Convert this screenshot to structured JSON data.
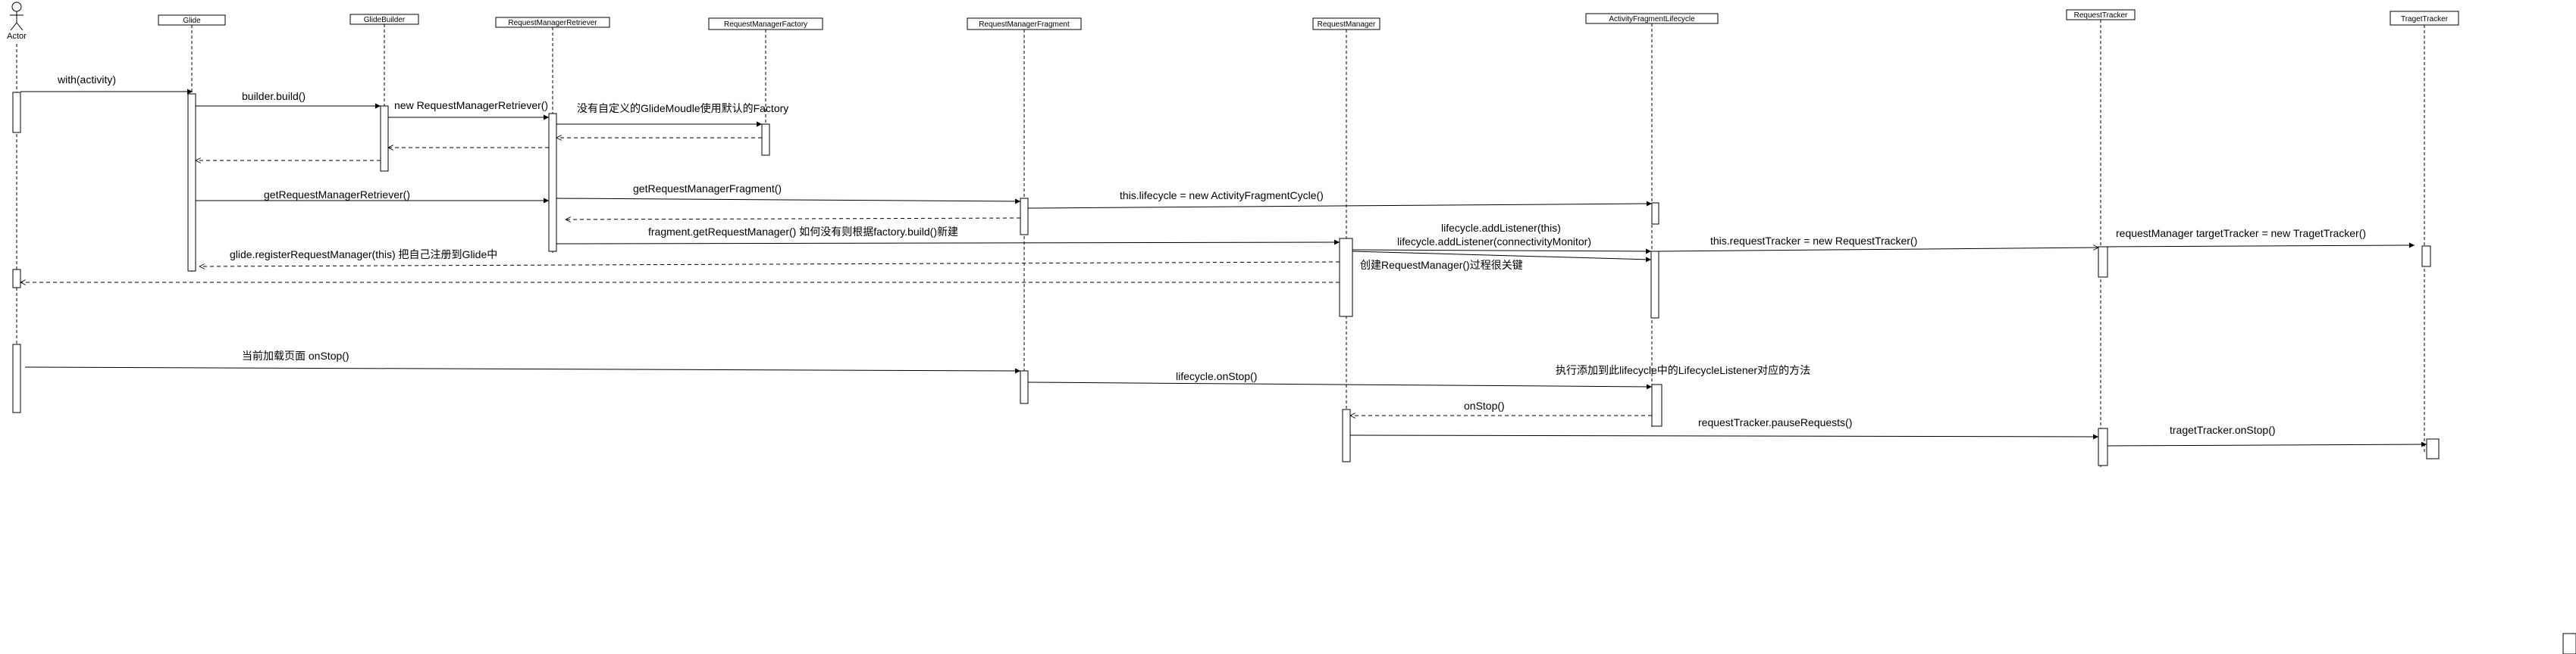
{
  "actor": {
    "label": "Actor"
  },
  "participants": [
    {
      "id": "glide",
      "label": "Glide"
    },
    {
      "id": "glidebuilder",
      "label": "GlideBuilder"
    },
    {
      "id": "rmr",
      "label": "RequestManagerRetriever"
    },
    {
      "id": "rmf",
      "label": "RequestManagerFactory"
    },
    {
      "id": "rmfrag",
      "label": "RequestManagerFragment"
    },
    {
      "id": "rm",
      "label": "RequestManager"
    },
    {
      "id": "afl",
      "label": "ActivityFragmentLifecycle"
    },
    {
      "id": "rt",
      "label": "RequestTracker"
    },
    {
      "id": "tt",
      "label": "TragetTracker"
    }
  ],
  "messages": [
    {
      "id": "m1",
      "text": "with(activity)"
    },
    {
      "id": "m2",
      "text": "builder.build()"
    },
    {
      "id": "m3",
      "text": "new RequestManagerRetriever()"
    },
    {
      "id": "m4",
      "text": "没有自定义的GlideMoudle使用默认的Factory"
    },
    {
      "id": "m5",
      "text": "getRequestManagerRetriever()"
    },
    {
      "id": "m6",
      "text": "getRequestManagerFragment()"
    },
    {
      "id": "m7",
      "text": "this.lifecycle = new ActivityFragmentCycle()"
    },
    {
      "id": "m8",
      "text": "fragment.getRequestManager() 如何没有则根据factory.build()新建"
    },
    {
      "id": "m9",
      "text": "glide.registerRequestManager(this) 把自己注册到Glide中"
    },
    {
      "id": "m10",
      "text": "lifecycle.addListener(this)"
    },
    {
      "id": "m11",
      "text": "lifecycle.addListener(connectivityMonitor)"
    },
    {
      "id": "m12",
      "text": "创建RequestManager()过程很关键"
    },
    {
      "id": "m13",
      "text": "this.requestTracker = new RequestTracker()"
    },
    {
      "id": "m14",
      "text": "requestManager  targetTracker = new TragetTracker()"
    },
    {
      "id": "m15",
      "text": "当前加载页面    onStop()"
    },
    {
      "id": "m16",
      "text": "lifecycle.onStop()"
    },
    {
      "id": "m17",
      "text": "执行添加到此lifecycle中的LifecycleListener对应的方法"
    },
    {
      "id": "m18",
      "text": "onStop()"
    },
    {
      "id": "m19",
      "text": "requestTracker.pauseRequests()"
    },
    {
      "id": "m20",
      "text": "tragetTracker.onStop()"
    }
  ]
}
